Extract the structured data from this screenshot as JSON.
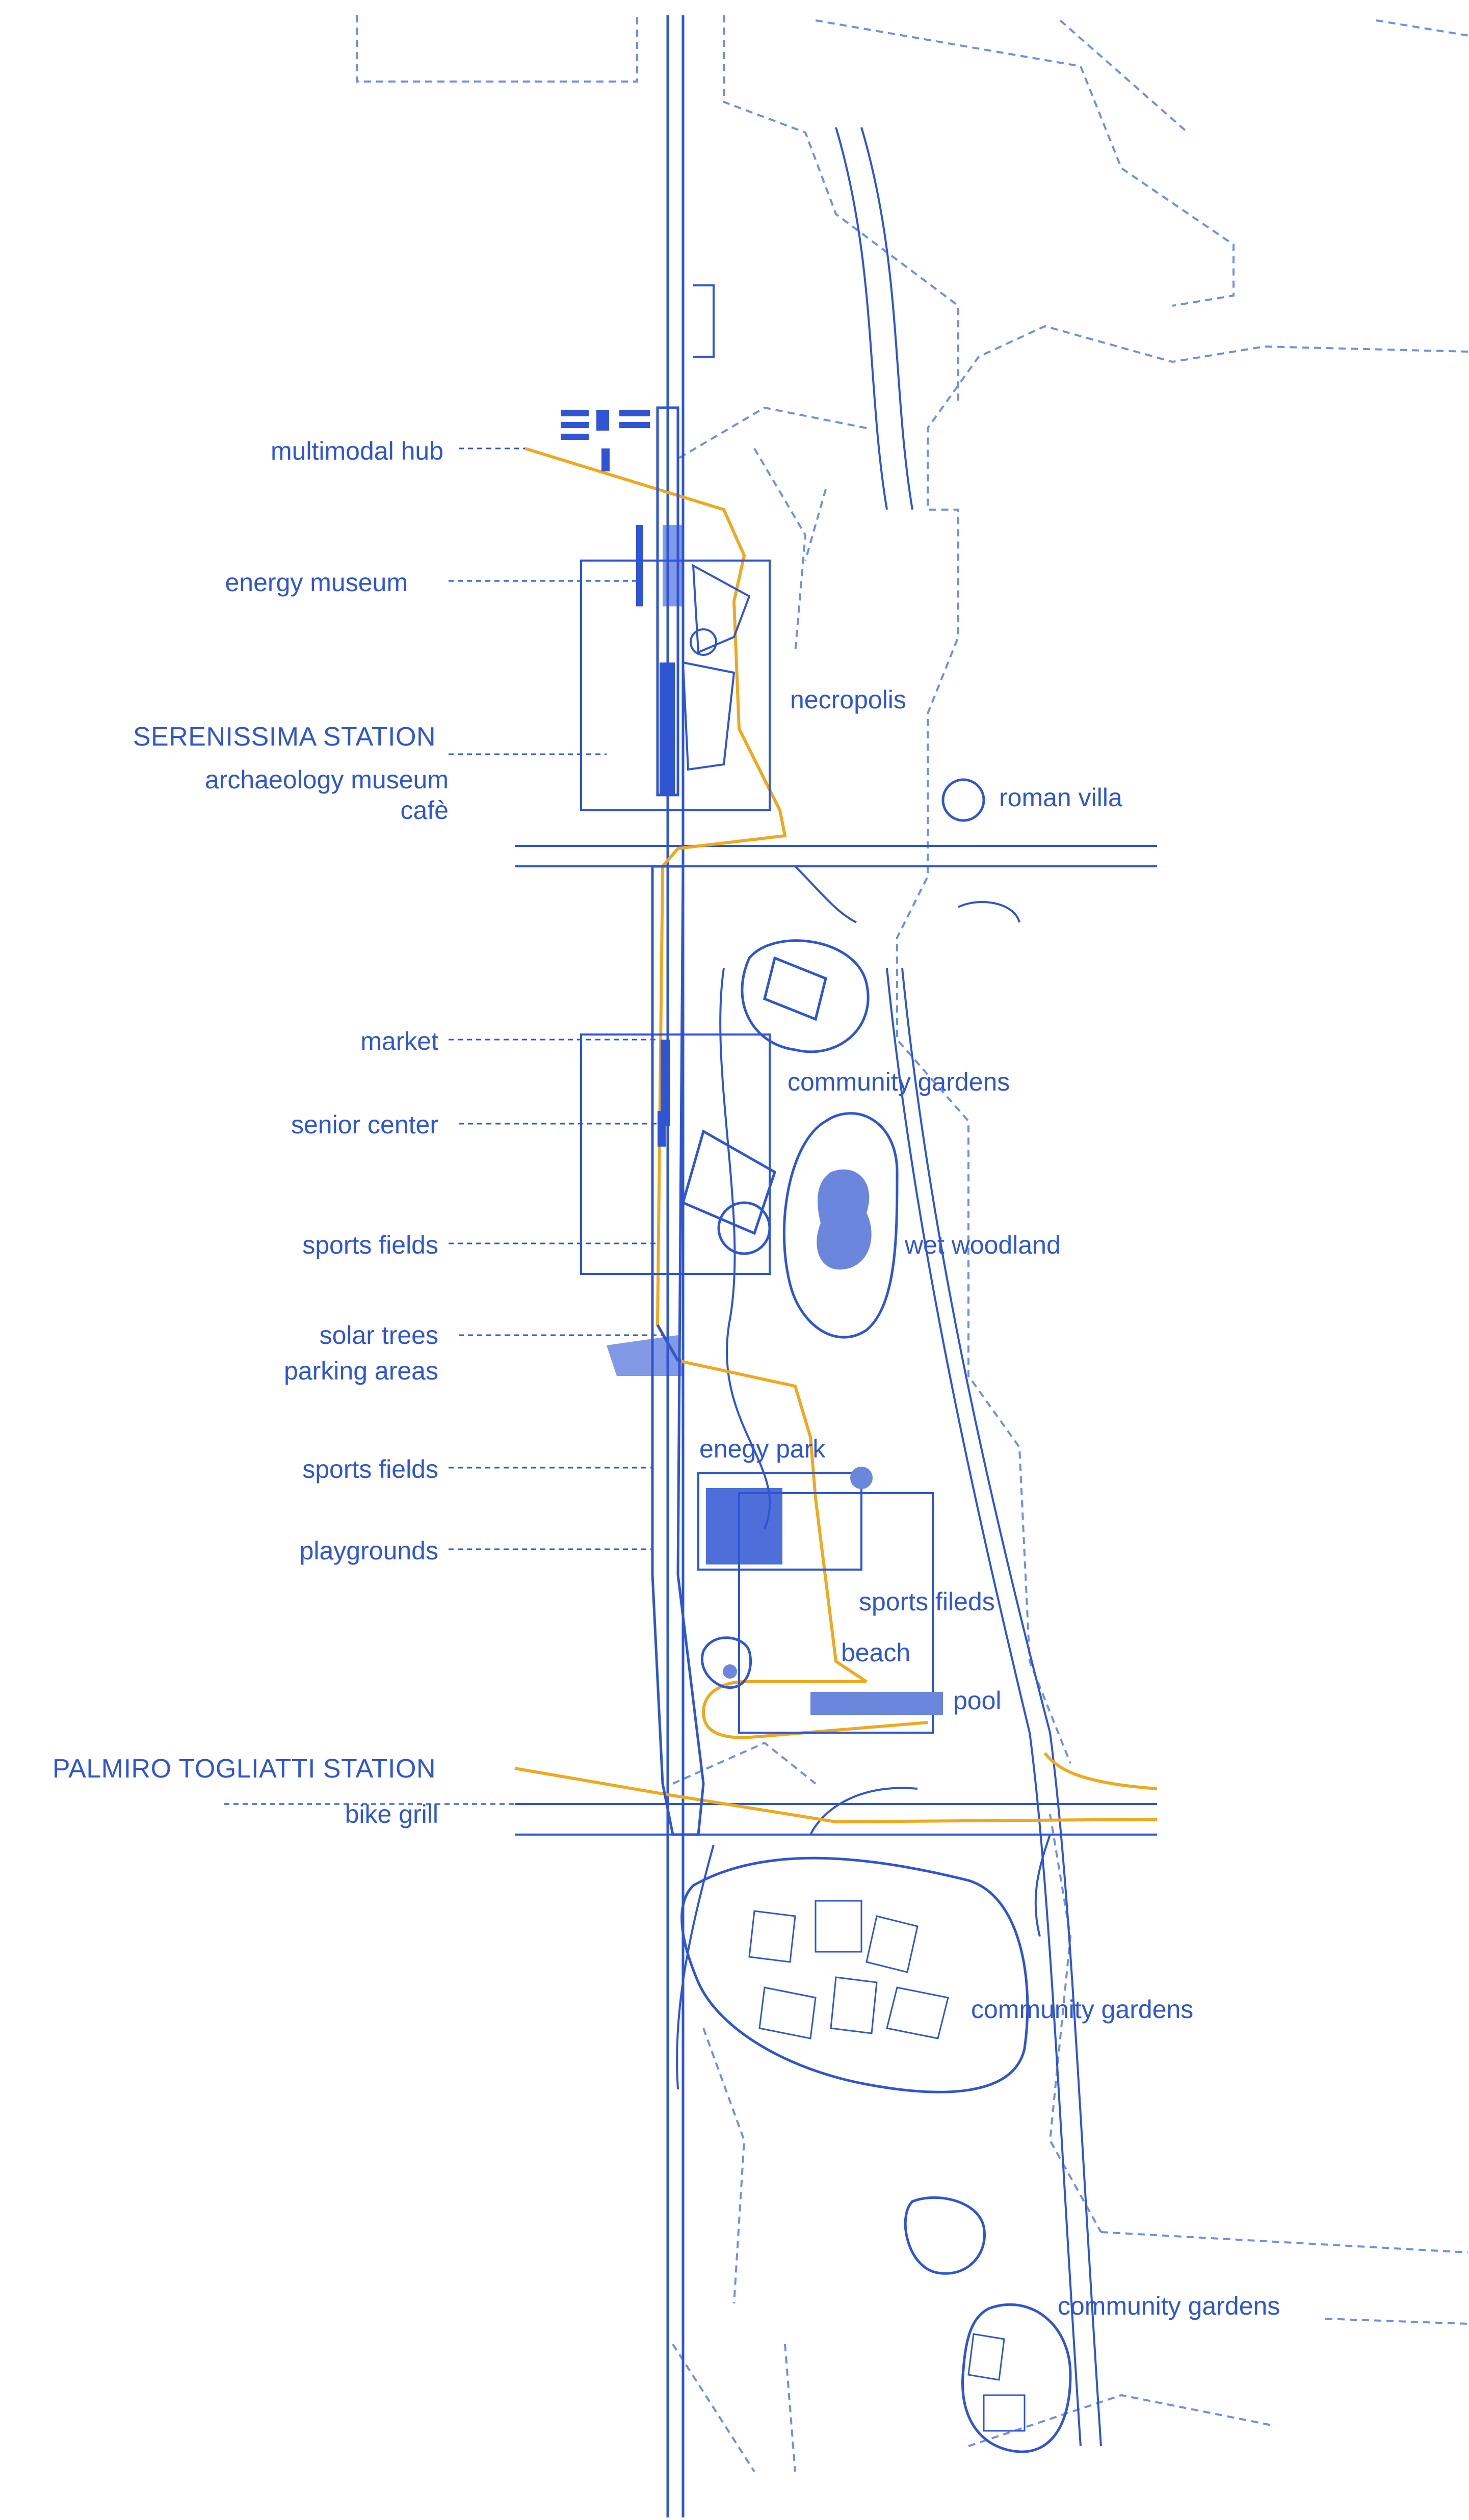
{
  "colors": {
    "ink": "#2f55d4",
    "ink_light": "#6f8fe6",
    "path": "#f0a81e",
    "fill": "#6b86dd"
  },
  "labels": {
    "multimodal_hub": "multimodal hub",
    "energy_museum": "energy museum",
    "necropolis": "necropolis",
    "serenissima_station": "SERENISSIMA STATION",
    "archaeology_museum": "archaeology museum",
    "cafe": "cafè",
    "roman_villa": "roman villa",
    "market": "market",
    "community_gardens_1": "community gardens",
    "senior_center": "senior center",
    "sports_fields_1": "sports fields",
    "wet_woodland": "wet woodland",
    "solar_trees": "solar trees",
    "parking_areas": "parking areas",
    "sports_fields_2": "sports fields",
    "enegy_park": "enegy park",
    "playgrounds": "playgrounds",
    "sports_fileds": "sports fileds",
    "beach": "beach",
    "pool": "pool",
    "palmiro_togliatti_station": "PALMIRO TOGLIATTI STATION",
    "bike_grill": "bike grill",
    "community_gardens_2": "community gardens",
    "community_gardens_3": "community gardens"
  }
}
